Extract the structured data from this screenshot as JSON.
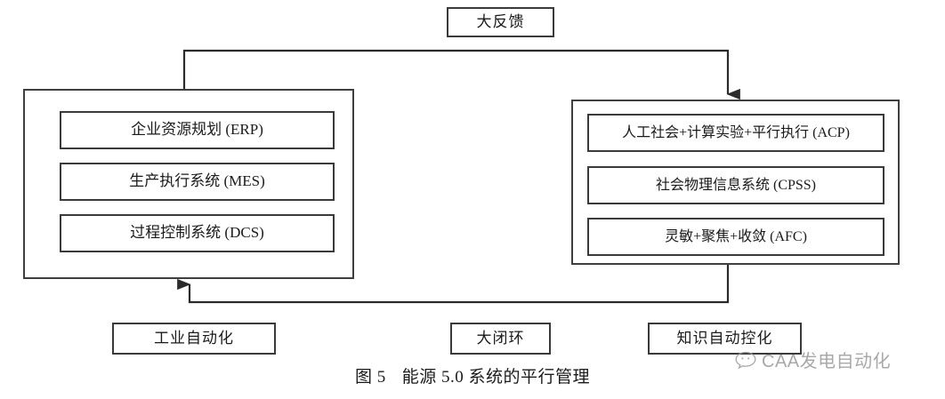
{
  "figure": {
    "caption_label": "图 5",
    "caption_title": "能源 5.0 系统的平行管理"
  },
  "nodes": {
    "top_feedback": "大反馈",
    "left_panel": {
      "items": [
        {
          "label": "企业资源规划 (ERP)"
        },
        {
          "label": "生产执行系统 (MES)"
        },
        {
          "label": "过程控制系统 (DCS)"
        }
      ]
    },
    "right_panel": {
      "items": [
        {
          "label": "人工社会+计算实验+平行执行 (ACP)"
        },
        {
          "label": "社会物理信息系统 (CPSS)"
        },
        {
          "label": "灵敏+聚焦+收敛 (AFC)"
        }
      ]
    },
    "bottom_labels": [
      {
        "label": "工业自动化"
      },
      {
        "label": "大闭环"
      },
      {
        "label": "知识自动控化"
      }
    ]
  },
  "connectors": [
    {
      "name": "left-panel-to-right-panel",
      "direction": "left-to-right",
      "arrowhead": "down-into-right-panel"
    },
    {
      "name": "right-panel-to-left-panel",
      "direction": "right-to-left",
      "arrowhead": "up-into-left-panel"
    }
  ],
  "watermark": {
    "text": "CAA发电自动化",
    "icon": "speech-bubble-icon"
  },
  "colors": {
    "background": "#ffffff",
    "stroke": "#3a3a3a",
    "text": "#1a1a1a",
    "watermark": "#9a9a9a"
  }
}
